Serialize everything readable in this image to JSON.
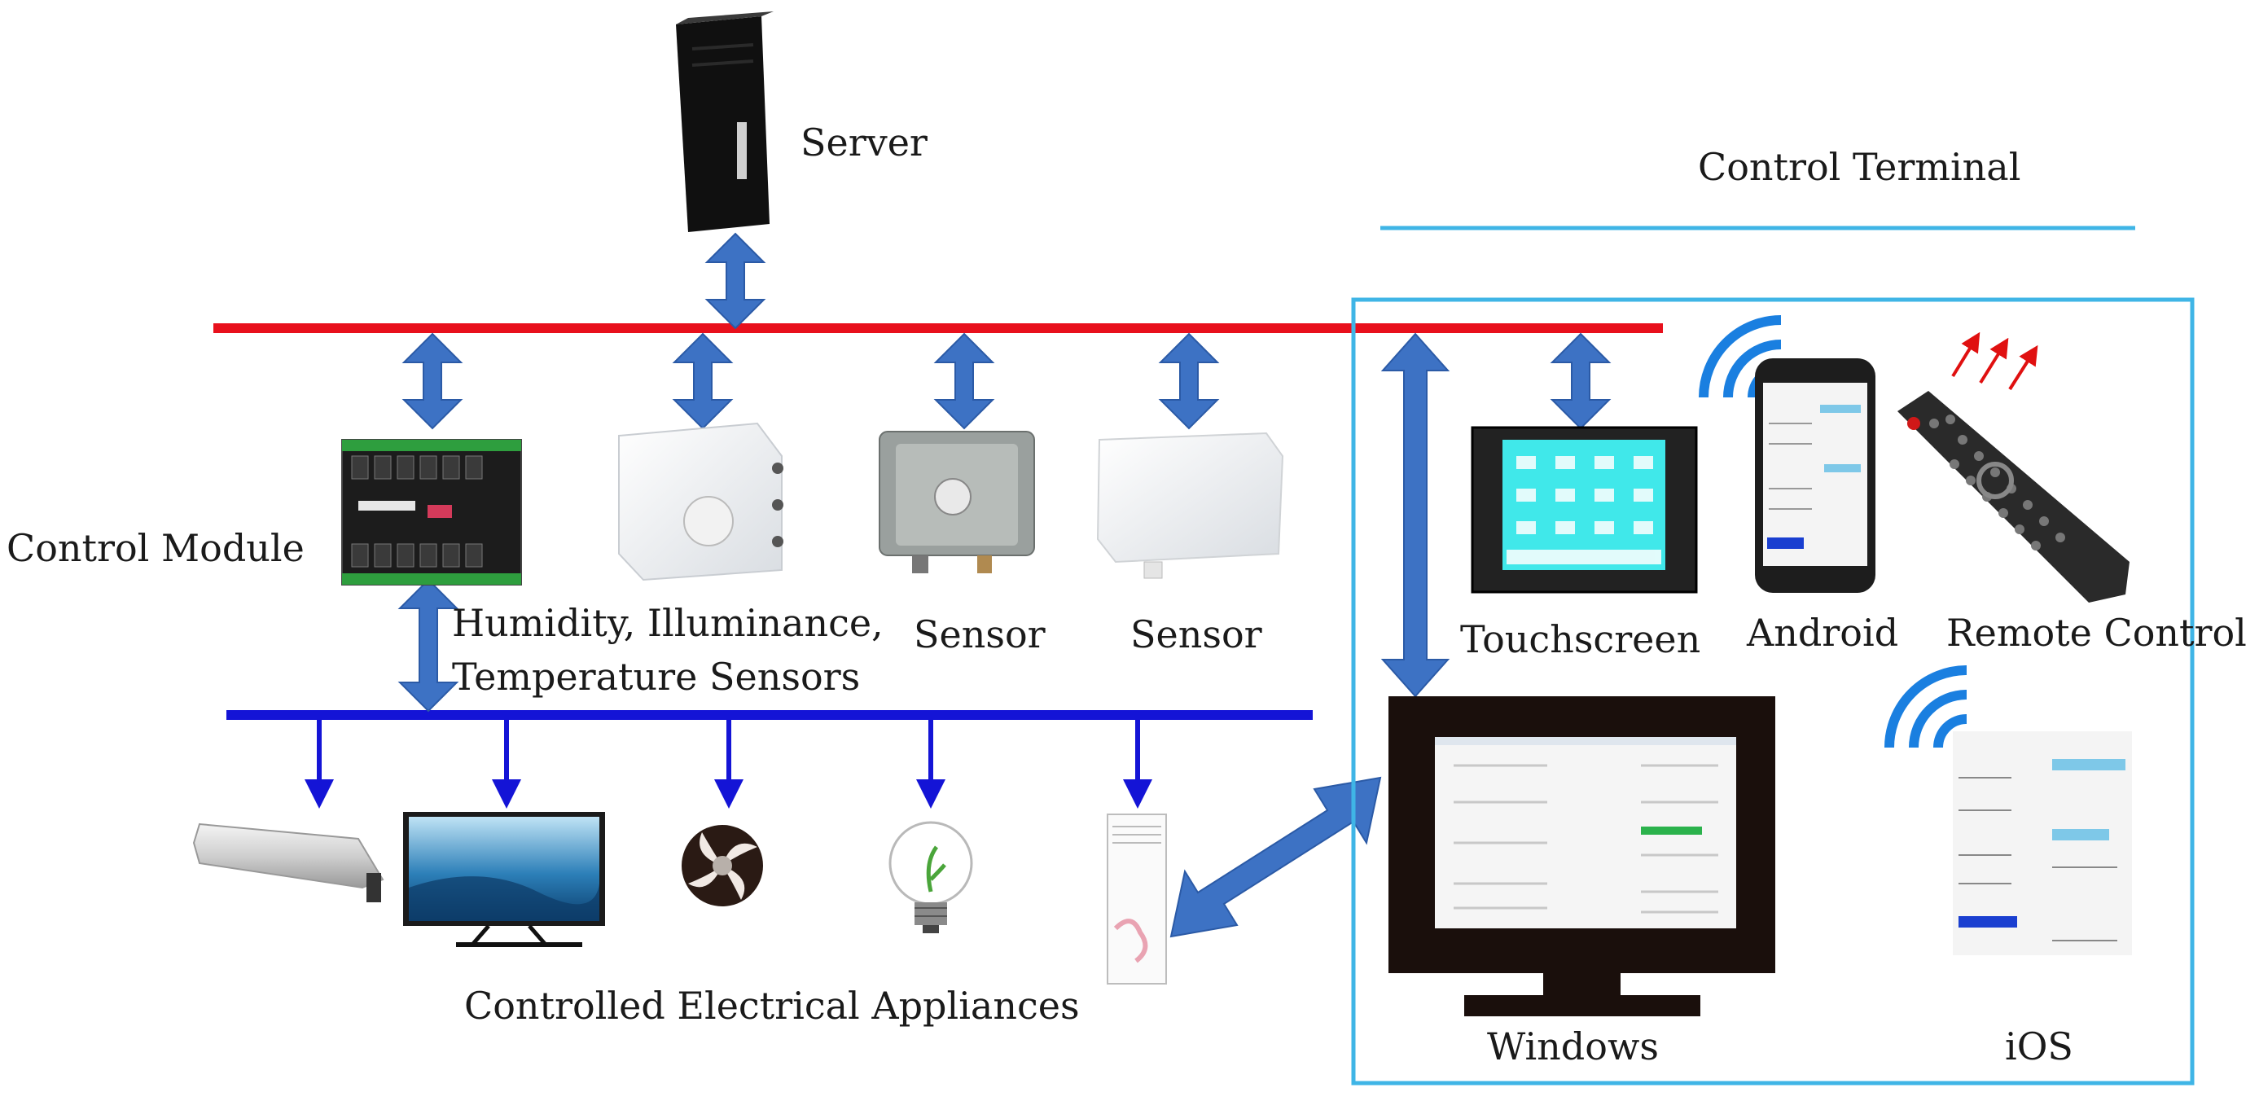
{
  "labels": {
    "server": "Server",
    "control_terminal": "Control Terminal",
    "control_module": "Control Module",
    "hit_sensors_line1": "Humidity, Illuminance,",
    "hit_sensors_line2": "Temperature Sensors",
    "sensor_1": "Sensor",
    "sensor_2": "Sensor",
    "touchscreen": "Touchscreen",
    "android": "Android",
    "remote_control": "Remote Control",
    "controlled_appliances": "Controlled Electrical Appliances",
    "windows": "Windows",
    "ios": "iOS"
  },
  "colors": {
    "server_bus": "#e8101c",
    "device_bus": "#1414d6",
    "arrow": "#3d72c4",
    "terminal_box": "#3fb5e6",
    "wifi": "#1a7fe0",
    "remote_arrows": "#e01010"
  },
  "icons": [
    "server-tower-icon",
    "control-board-icon",
    "hit-sensor-icon",
    "sensor-box-icon",
    "white-sensor-icon",
    "touchscreen-icon",
    "android-phone-icon",
    "remote-control-icon",
    "windows-monitor-icon",
    "ios-phone-icon",
    "curtain-motor-icon",
    "tv-icon",
    "fan-icon",
    "bulb-icon",
    "air-conditioner-icon",
    "wifi-icon"
  ]
}
